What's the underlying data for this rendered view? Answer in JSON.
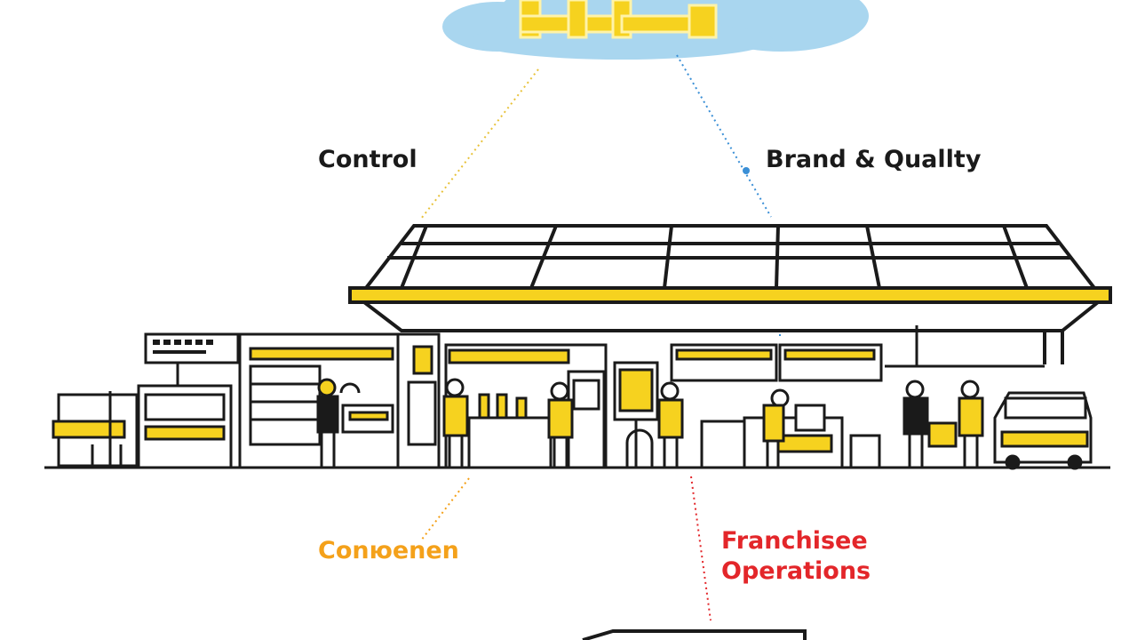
{
  "labels": {
    "control": "Control",
    "brand_quality": "Brand & Quallty",
    "component": "Conюenen",
    "franchisee_line1": "Franchisee",
    "franchisee_line2": "Operations"
  },
  "colors": {
    "accent_yellow": "#f6d21f",
    "cloud_blue": "#a9d6ef",
    "orange": "#f4a11a",
    "red": "#e3262a",
    "dot_blue": "#3a8fd6",
    "line": "#1a1a1a"
  },
  "icons": [
    "cloud-icon",
    "store-building-icon",
    "worker-icon",
    "van-icon",
    "counter-icon"
  ]
}
